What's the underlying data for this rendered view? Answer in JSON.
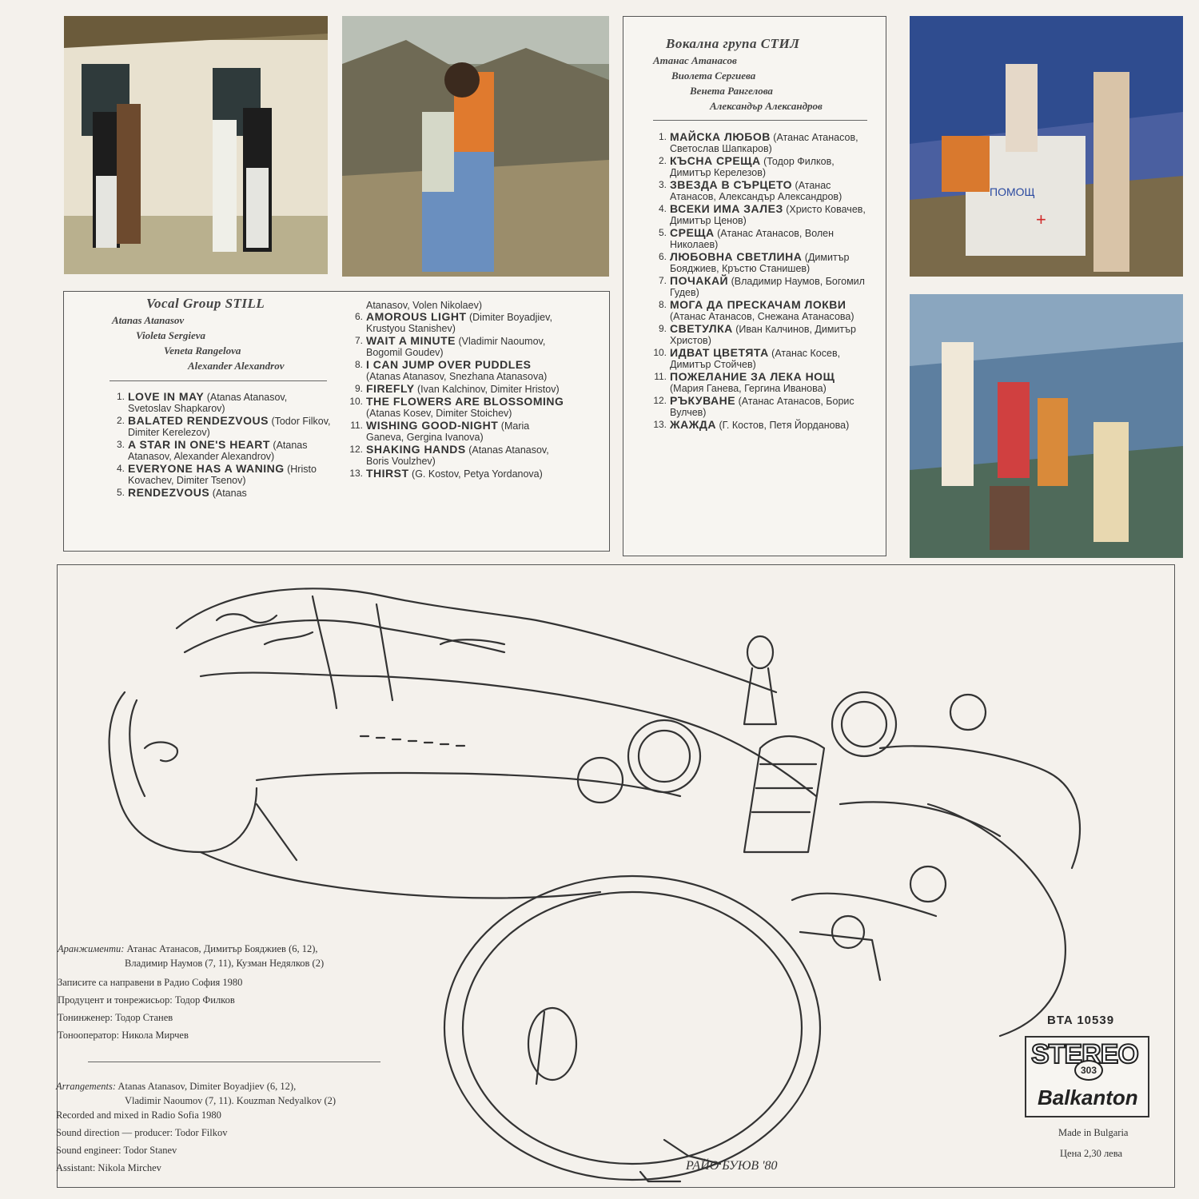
{
  "bulgarian": {
    "group_title": "Вокална група  СТИЛ",
    "members": [
      "Атанас Атанасов",
      "Виолета Сергиева",
      "Венета Рангелова",
      "Александър Александров"
    ],
    "tracks": [
      {
        "n": "1.",
        "title": "МАЙСКА ЛЮБОВ",
        "credit": " (Атанас Атанасов, Светослав Шапкаров)"
      },
      {
        "n": "2.",
        "title": "КЪСНА СРЕЩА",
        "credit": " (Тодор Филков, Димитър Керелезов)"
      },
      {
        "n": "3.",
        "title": "ЗВЕЗДА В СЪРЦЕТО",
        "credit": " (Атанас Атанасов, Александър Александров)"
      },
      {
        "n": "4.",
        "title": "ВСЕКИ ИМА ЗАЛЕЗ",
        "credit": " (Христо Ковачев, Димитър Ценов)"
      },
      {
        "n": "5.",
        "title": "СРЕЩА",
        "credit": " (Атанас Атанасов, Волен Николаев)"
      },
      {
        "n": "6.",
        "title": "ЛЮБОВНА СВЕТЛИНА",
        "credit": " (Димитър Бояджиев, Кръстю Станишев)"
      },
      {
        "n": "7.",
        "title": "ПОЧАКАЙ",
        "credit": " (Владимир Наумов, Богомил Гудев)"
      },
      {
        "n": "8.",
        "title": "МОГА ДА ПРЕСКАЧАМ ЛОКВИ",
        "credit": " (Атанас Атанасов, Снежана Атанасова)"
      },
      {
        "n": "9.",
        "title": "СВЕТУЛКА",
        "credit": " (Иван Калчинов, Димитър Христов)"
      },
      {
        "n": "10.",
        "title": "ИДВАТ ЦВЕТЯТА",
        "credit": " (Атанас Косев, Димитър Стойчев)"
      },
      {
        "n": "11.",
        "title": "ПОЖЕЛАНИЕ ЗА ЛЕКА НОЩ",
        "credit": " (Мария Ганева, Гергина Иванова)"
      },
      {
        "n": "12.",
        "title": "РЪКУВАНЕ",
        "credit": " (Атанас Атанасов, Борис Вулчев)"
      },
      {
        "n": "13.",
        "title": "ЖАЖДА",
        "credit": " (Г. Костов, Петя Йорданова)"
      }
    ]
  },
  "english": {
    "group_title": "Vocal Group STILL",
    "members": [
      "Atanas Atanasov",
      "Violeta Sergieva",
      "Veneta Rangelova",
      "Alexander Alexandrov"
    ],
    "tracks_col1": [
      {
        "n": "1.",
        "title": "LOVE IN MAY",
        "credit": " (Atanas Atanasov, Svetoslav Shapkarov)"
      },
      {
        "n": "2.",
        "title": "BALATED RENDEZVOUS",
        "credit": " (Todor Filkov, Dimiter Kerelezov)"
      },
      {
        "n": "3.",
        "title": "A STAR IN ONE'S HEART",
        "credit": " (Atanas Atanasov, Alexander Alexandrov)"
      },
      {
        "n": "4.",
        "title": "EVERYONE HAS A WANING",
        "credit": " (Hristo Kovachev, Dimiter Tsenov)"
      },
      {
        "n": "5.",
        "title": "RENDEZVOUS",
        "credit": " (Atanas"
      }
    ],
    "col2_continuation": "Atanasov, Volen Nikolaev)",
    "tracks_col2": [
      {
        "n": "6.",
        "title": "AMOROUS LIGHT",
        "credit": " (Dimiter Boyadjiev, Krustyou Stanishev)"
      },
      {
        "n": "7.",
        "title": "WAIT A MINUTE",
        "credit": " (Vladimir Naoumov, Bogomil Goudev)"
      },
      {
        "n": "8.",
        "title": "I CAN JUMP OVER PUDDLES",
        "credit": " (Atanas Atanasov, Snezhana Atanasova)"
      },
      {
        "n": "9.",
        "title": "FIREFLY",
        "credit": " (Ivan Kalchinov, Dimiter Hristov)"
      },
      {
        "n": "10.",
        "title": "THE FLOWERS ARE BLOSSOMING",
        "credit": " (Atanas Kosev, Dimiter Stoichev)"
      },
      {
        "n": "11.",
        "title": "WISHING GOOD-NIGHT",
        "credit": " (Maria Ganeva, Gergina Ivanova)"
      },
      {
        "n": "12.",
        "title": "SHAKING HANDS",
        "credit": " (Atanas Atanasov, Boris Voulzhev)"
      },
      {
        "n": "13.",
        "title": "THIRST",
        "credit": " (G. Kostov, Petya Yordanova)"
      }
    ]
  },
  "credits_bg": {
    "arr_label": "Аранжименти:",
    "arr_line1": " Атанас Атанасов, Димитър Бояджиев (6, 12),",
    "arr_line2": "Владимир Наумов (7, 11), Кузман Недялков (2)",
    "recorded": "Записите са направени в Радио София 1980",
    "producer": "Продуцент и тонрежисьор: Тодор Филков",
    "engineer": "Тонинженер: Тодор Станев",
    "operator": "Тонооператор: Никола Мирчев"
  },
  "credits_en": {
    "arr_label": "Arrangements:",
    "arr_line1": " Atanas Atanasov, Dimiter Boyadjiev (6, 12),",
    "arr_line2": "Vladimir Naoumov (7, 11). Kouzman Nedyalkov (2)",
    "recorded": "Recorded and mixed in Radio Sofia 1980",
    "direction": "Sound direction — producer: Todor Filkov",
    "engineer": "Sound engineer: Todor Stanev",
    "assistant": "Assistant: Nikola Mirchev"
  },
  "label": {
    "catalog": "BTA 10539",
    "stereo_text": "STEREO",
    "stereo_num": "303",
    "brand": "Balkanton",
    "made_in": "Made in Bulgaria",
    "price": "Цена 2,30 лева"
  },
  "signature": "РАЙО БУЮВ '80"
}
